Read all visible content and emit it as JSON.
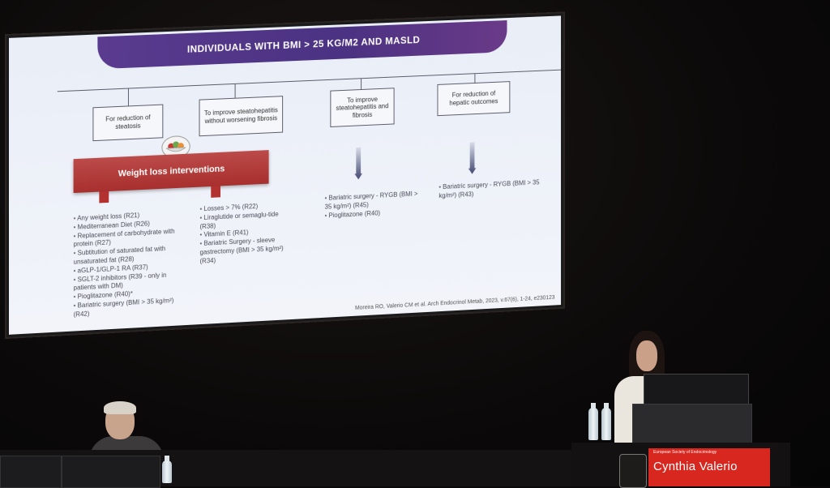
{
  "slide": {
    "title": "INDIVIDUALS WITH BMI > 25 KG/M2 AND MASLD",
    "goals": [
      "For reduction of steatosis",
      "To improve steatohepatitis without worsening fibrosis",
      "To improve steatohepatitis and fibrosis",
      "For reduction of hepatic outcomes"
    ],
    "weight_loss_label": "Weight loss interventions",
    "col1_items": [
      "Any weight loss (R21)",
      "Mediterranean Diet (R26)",
      "Replacement of carbohydrate with protein (R27)",
      "Subtitution of saturated fat with unsaturated fat (R28)",
      "aGLP-1/GLP-1 RA (R37)",
      "SGLT-2 inhibitors (R39 - only in patients with DM)",
      "Pioglitazone (R40)*",
      "Bariatric surgery (BMI > 35 kg/m²) (R42)"
    ],
    "col2_items": [
      "Losses > 7% (R22)",
      "Liraglutide or semaglu-tide (R38)",
      "Vitamin E (R41)",
      "Bariatric Surgery - sleeve gastrectomy (BMI > 35 kg/m²) (R34)"
    ],
    "col3_items": [
      "Bariatric surgery - RYGB (BMI > 35 kg/m²) (R45)",
      "Pioglitazone (R40)"
    ],
    "col4_items": [
      "Bariatric surgery - RYGB (BMI > 35 kg/m²) (R43)"
    ],
    "citation": "Moreira RO, Valerio CM et al. Arch Endocrinol Metab, 2023, v.67(6), 1-24, e230123"
  },
  "nameplate": {
    "logo_text": "European Society of Endocrinology",
    "speaker_name": "Cynthia Valerio"
  },
  "colors": {
    "banner": "#4b3282",
    "red_bar": "#b23230",
    "nameplate": "#d8271f"
  }
}
